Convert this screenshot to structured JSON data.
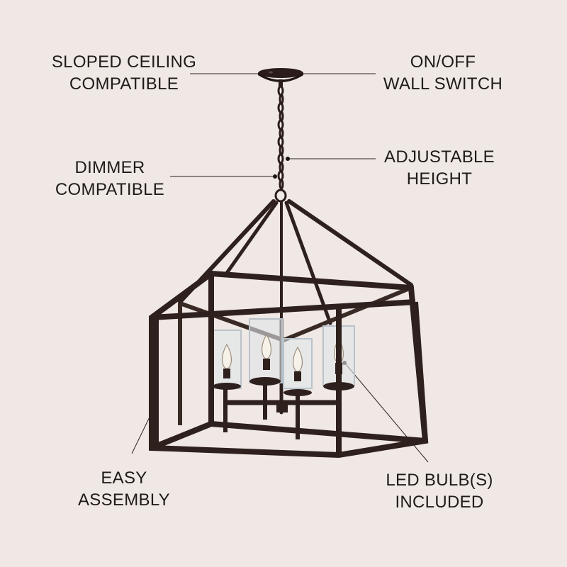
{
  "background_color": "#f0e8e4",
  "fixture_color": "#2e201c",
  "callouts": {
    "sloped_ceiling": {
      "line1": "SLOPED CEILING",
      "line2": "COMPATIBLE"
    },
    "on_off": {
      "line1": "ON/OFF",
      "line2": "WALL SWITCH"
    },
    "dimmer": {
      "line1": "DIMMER",
      "line2": "COMPATIBLE"
    },
    "adjustable": {
      "line1": "ADJUSTABLE",
      "line2": "HEIGHT"
    },
    "easy_assembly": {
      "line1": "EASY",
      "line2": "ASSEMBLY"
    },
    "led_bulbs": {
      "line1": "LED BULB(S)",
      "line2": "INCLUDED"
    }
  }
}
